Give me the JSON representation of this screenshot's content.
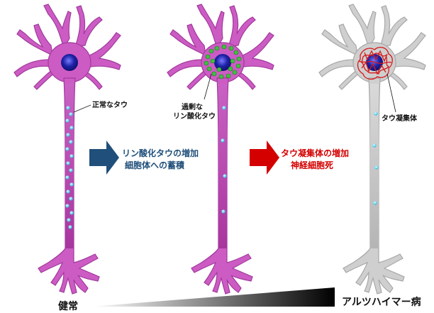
{
  "colors": {
    "healthy_neuron": "#cc5cc4",
    "healthy_neuron_dark": "#a23a9c",
    "nucleus": "#1e22a6",
    "nucleus_outer": "#6a6ae8",
    "tau_normal": "#66d9f2",
    "tau_phospho": "#3fbf3f",
    "tau_aggregate": "#d81818",
    "dead_neuron": "#cfcfcf",
    "dead_neuron_dark": "#a8a8a8",
    "arrow_blue": "#1f4f7a",
    "arrow_red": "#d40000",
    "text_blue": "#1f4f7a",
    "text_red": "#d40000",
    "text_dark": "#111111"
  },
  "labels": {
    "normal_tau": "正常なタウ",
    "excess_line1": "過剰な",
    "excess_line2": "リン酸化タウ",
    "aggregate": "タウ凝集体"
  },
  "transitions": {
    "first": {
      "line1": "リン酸化タウの増加",
      "line2": "細胞体への蓄積",
      "arrow_icon": "right-arrow"
    },
    "second": {
      "line1": "タウ凝集体の増加",
      "line2": "神経細胞死",
      "arrow_icon": "right-arrow"
    }
  },
  "progression": {
    "start_label": "健常",
    "end_label": "アルツハイマー病"
  }
}
